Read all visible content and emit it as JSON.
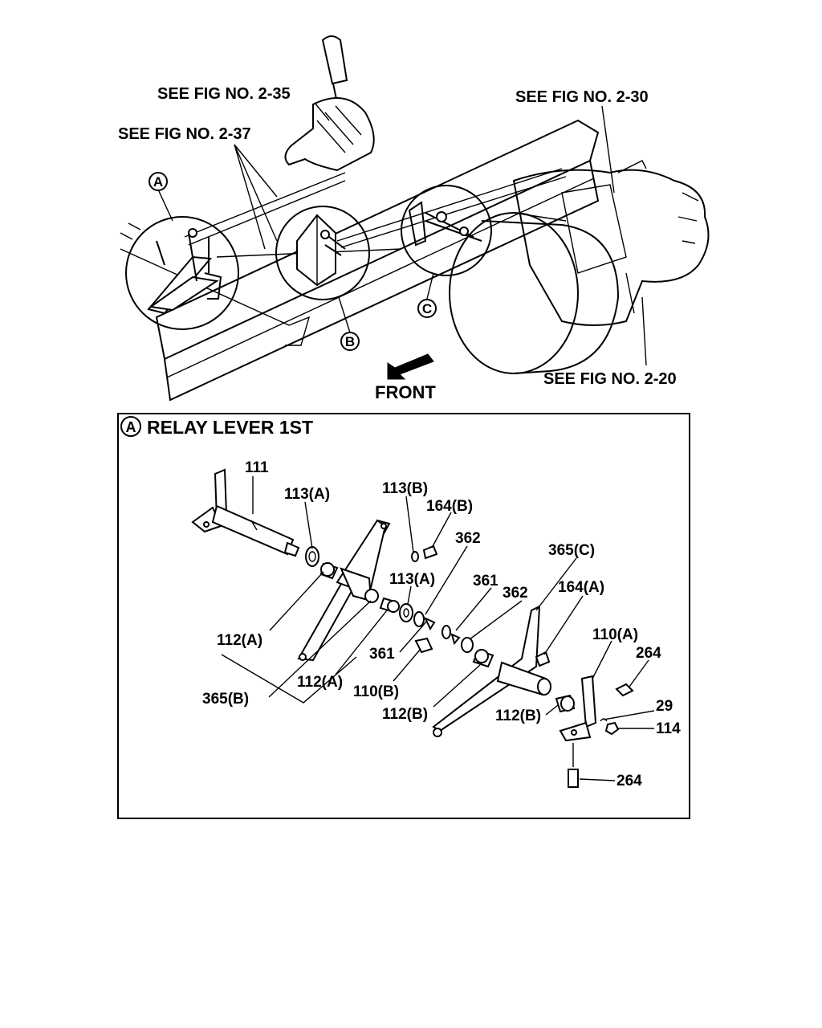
{
  "overview": {
    "refs": {
      "fig_2_35": "SEE FIG NO. 2-35",
      "fig_2_37": "SEE FIG NO. 2-37",
      "fig_2_30": "SEE FIG NO. 2-30",
      "fig_2_20": "SEE FIG NO. 2-20"
    },
    "callouts": {
      "a": "A",
      "b": "B",
      "c": "C"
    },
    "front_label": "FRONT"
  },
  "detail": {
    "marker": "A",
    "title": "RELAY LEVER 1ST",
    "labels": {
      "p111": "111",
      "p113a_1": "113(A)",
      "p113b": "113(B)",
      "p164b": "164(B)",
      "p362_1": "362",
      "p365c": "365(C)",
      "p113a_2": "113(A)",
      "p361_1": "361",
      "p362_2": "362",
      "p164a": "164(A)",
      "p112a_1": "112(A)",
      "p110a": "110(A)",
      "p264_1": "264",
      "p361_2": "361",
      "p365b": "365(B)",
      "p112a_2": "112(A)",
      "p110b": "110(B)",
      "p29": "29",
      "p112b_1": "112(B)",
      "p112b_2": "112(B)",
      "p114": "114",
      "p264_2": "264"
    }
  }
}
